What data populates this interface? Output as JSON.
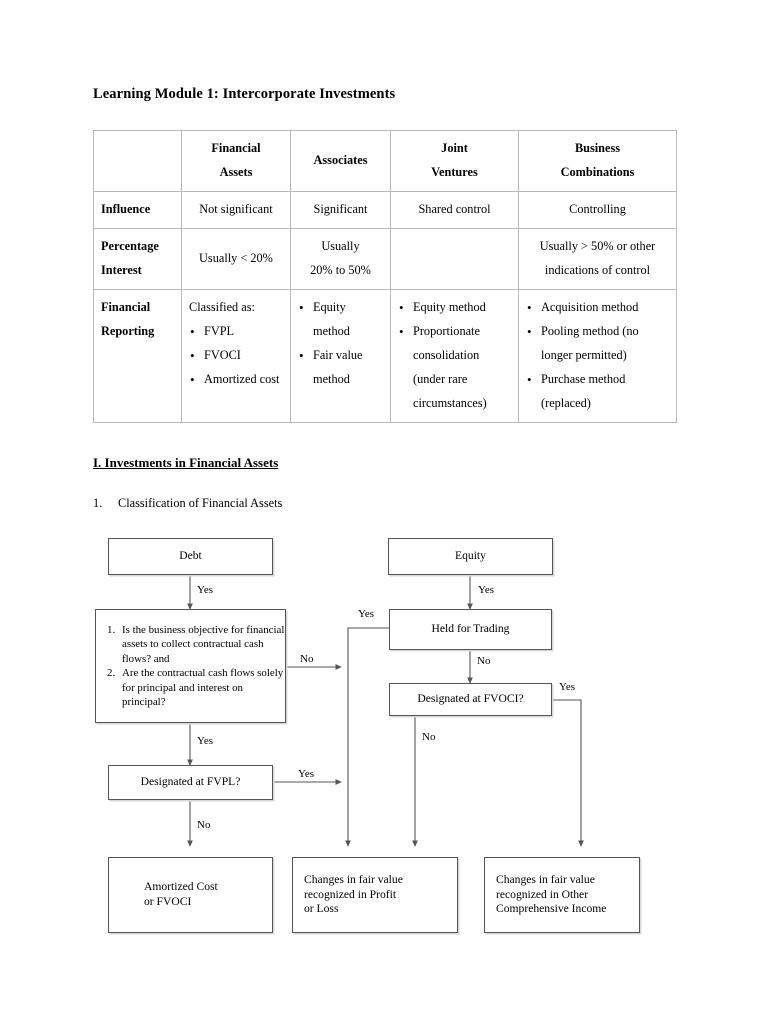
{
  "document": {
    "title": "Learning Module 1: Intercorporate Investments",
    "section_heading": "I. Investments in Financial Assets",
    "numbered_item": {
      "number": "1.",
      "text": "Classification of Financial Assets"
    }
  },
  "table": {
    "headers": [
      "",
      "Financial Assets",
      "Associates",
      "Joint Ventures",
      "Business Combinations"
    ],
    "header_lines": {
      "c0": [
        "",
        ""
      ],
      "c1": [
        "Financial",
        "Assets"
      ],
      "c2": [
        "Associates"
      ],
      "c3": [
        "Joint",
        "Ventures"
      ],
      "c4": [
        "Business",
        "Combinations"
      ]
    },
    "rows": [
      {
        "label": "Influence",
        "financial_assets": "Not significant",
        "associates": "Significant",
        "joint_ventures": "Shared control",
        "business_combinations": "Controlling"
      },
      {
        "label_line1": "Percentage",
        "label_line2": "Interest",
        "financial_assets": "Usually < 20%",
        "associates_line1": "Usually",
        "associates_line2": "20% to 50%",
        "joint_ventures": "",
        "business_combinations_line1": "Usually > 50% or other",
        "business_combinations_line2": "indications of control"
      },
      {
        "label_line1": "Financial",
        "label_line2": "Reporting",
        "financial_assets_intro": "Classified as:",
        "financial_assets_bullets": [
          "FVPL",
          "FVOCI",
          "Amortized cost"
        ],
        "associates_bullets": [
          "Equity method",
          "Fair value method"
        ],
        "joint_ventures_bullets": [
          "Equity method",
          "Proportionate consolidation (under rare circumstances)"
        ],
        "business_combinations_bullets": [
          "Acquisition method",
          "Pooling method (no longer permitted)",
          "Purchase method (replaced)"
        ]
      }
    ]
  },
  "flowchart": {
    "nodes": {
      "debt": "Debt",
      "equity": "Equity",
      "debt_question": {
        "items": [
          {
            "n": "1.",
            "text": "Is the business objective for financial assets to collect contractual cash flows? and"
          },
          {
            "n": "2.",
            "text": "Are the contractual cash flows solely for principal and interest on principal?"
          }
        ]
      },
      "held_for_trading": "Held for Trading",
      "designated_fvoci": "Designated at FVOCI?",
      "designated_fvpl": "Designated at FVPL?",
      "result_amortized": "Amortized Cost\nor FVOCI",
      "result_amortized_lines": [
        "Amortized Cost",
        "or FVOCI"
      ],
      "result_profit_loss_lines": [
        "Changes in fair value",
        "recognized in Profit",
        "or Loss"
      ],
      "result_oci_lines": [
        "Changes in fair value",
        "recognized in Other",
        "Comprehensive Income"
      ]
    },
    "edge_labels": {
      "debt_yes": "Yes",
      "equity_yes": "Yes",
      "debt_question_no": "No",
      "debt_question_yes": "Yes",
      "held_for_trading_yes": "Yes",
      "held_for_trading_no": "No",
      "fvoci_yes": "Yes",
      "fvoci_no": "No",
      "fvpl_yes": "Yes",
      "fvpl_no": "No"
    }
  },
  "colors": {
    "line": "#555555",
    "table_border": "#b9b9b9",
    "text": "#000000",
    "shadow": "#d8d8d8"
  }
}
